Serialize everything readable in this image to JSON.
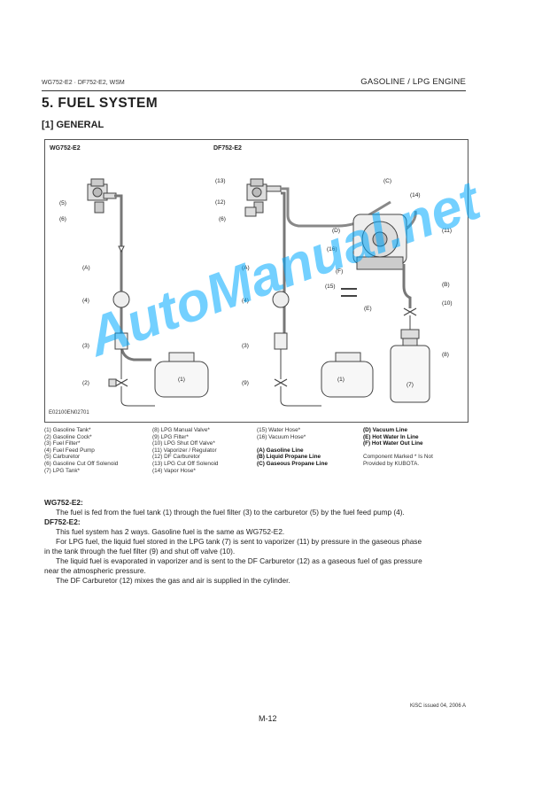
{
  "header": {
    "model": "WG752-E2 · DF752-E2, WSM",
    "section": "GASOLINE / LPG ENGINE"
  },
  "title": "5.  FUEL SYSTEM",
  "subtitle": "[1]   GENERAL",
  "figure": {
    "left_caption": "WG752-E2",
    "right_caption": "DF752-E2",
    "figure_id": "E02100EN02701",
    "callouts": {
      "c1": "(1)",
      "c2": "(2)",
      "c3": "(3)",
      "c4": "(4)",
      "c5": "(5)",
      "c6": "(6)",
      "cA": "(A)",
      "r13": "(13)",
      "r12": "(12)",
      "r6": "(6)",
      "rA": "(A)",
      "r4": "(4)",
      "r3": "(3)",
      "r9": "(9)",
      "r1": "(1)",
      "rC": "(C)",
      "r14": "(14)",
      "rD": "(D)",
      "r11": "(11)",
      "r16": "(16)",
      "rF": "(F)",
      "r15": "(15)",
      "rE": "(E)",
      "rB": "(B)",
      "r10": "(10)",
      "r8": "(8)",
      "r7": "(7)"
    }
  },
  "legend": {
    "col1": [
      "(1)  Gasoline Tank*",
      "(2)  Gasoline Cock*",
      "(3)  Fuel Filter*",
      "(4)  Fuel Feed Pump",
      "(5)  Carburetor",
      "(6)  Gasoline Cut Off Solenoid",
      "(7)  LPG Tank*"
    ],
    "col2": [
      "(8)  LPG Manual Valve*",
      "(9)  LPG Filter*",
      "(10) LPG Shut Off Valve*",
      "(11) Vaporizer / Regulator",
      "(12) DF Carburetor",
      "(13) LPG Cut Off Solenoid",
      "(14) Vapor Hose*"
    ],
    "col3": [
      "(15) Water Hose*",
      "(16) Vacuum Hose*"
    ],
    "col3_bold": [
      "(A)  Gasoline Line",
      "(B)  Liquid Propane Line",
      "(C)  Gaseous Propane Line"
    ],
    "col4_bold": [
      "(D)  Vacuum Line",
      "(E)  Hot Water In Line",
      "(F)  Hot Water Out Line"
    ],
    "col4_note": [
      "Component Marked * Is Not",
      "Provided by KUBOTA."
    ]
  },
  "body": {
    "wg_heading": "WG752-E2:",
    "wg_text": "The fuel is fed from the fuel tank (1) through the fuel filter (3) to the carburetor (5) by the fuel feed pump (4).",
    "df_heading": "DF752-E2:",
    "df_p1": "This fuel system has 2 ways.  Gasoline fuel is the same as WG752-E2.",
    "df_p2a": "For LPG fuel, the liquid fuel stored in the LPG tank (7) is sent to vaporizer (11) by pressure in the gaseous phase",
    "df_p2b": "in the tank through the fuel filter (9) and shut off valve (10).",
    "df_p3a": "The liquid fuel is evaporated in vaporizer and is sent to the DF Carburetor (12) as a gaseous fuel of gas pressure",
    "df_p3b": "near the atmospheric pressure.",
    "df_p4": "The DF Carburetor (12) mixes the gas and air is supplied in the cylinder."
  },
  "footer": {
    "page": "M-12",
    "issued": "KiSC issued 04, 2006 A"
  },
  "watermark": "AutoManual.net"
}
